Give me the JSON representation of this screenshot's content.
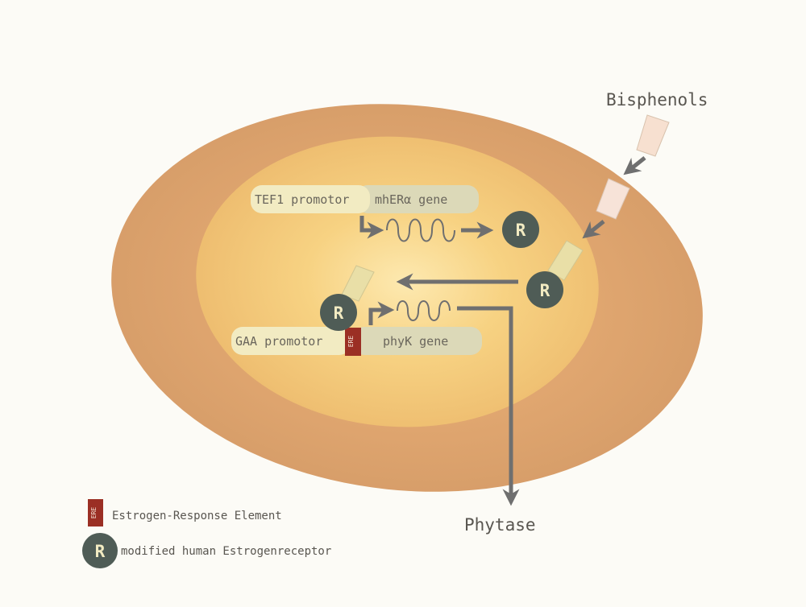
{
  "labels": {
    "bisphenols": "Bisphenols",
    "phytase": "Phytase",
    "receptor_letter": "R",
    "ere_label": "ERE"
  },
  "genes": {
    "top_promoter": "TEF1 promotor",
    "top_gene": "mhERα gene",
    "bottom_promoter": "GAA promotor",
    "bottom_gene": "phyK gene"
  },
  "legend": {
    "ere_description": "Estrogen-Response Element",
    "receptor_description": "modified human Estrogenreceptor"
  },
  "colors": {
    "cell_outer": "#dfa06a",
    "cell_inner": "#f4c775",
    "receptor": "#4f5c56",
    "ere": "#9b2f24",
    "arrow": "#6f6f6f",
    "promoter_box": "#f2ebc2",
    "gene_box": "#dcd9b8"
  }
}
